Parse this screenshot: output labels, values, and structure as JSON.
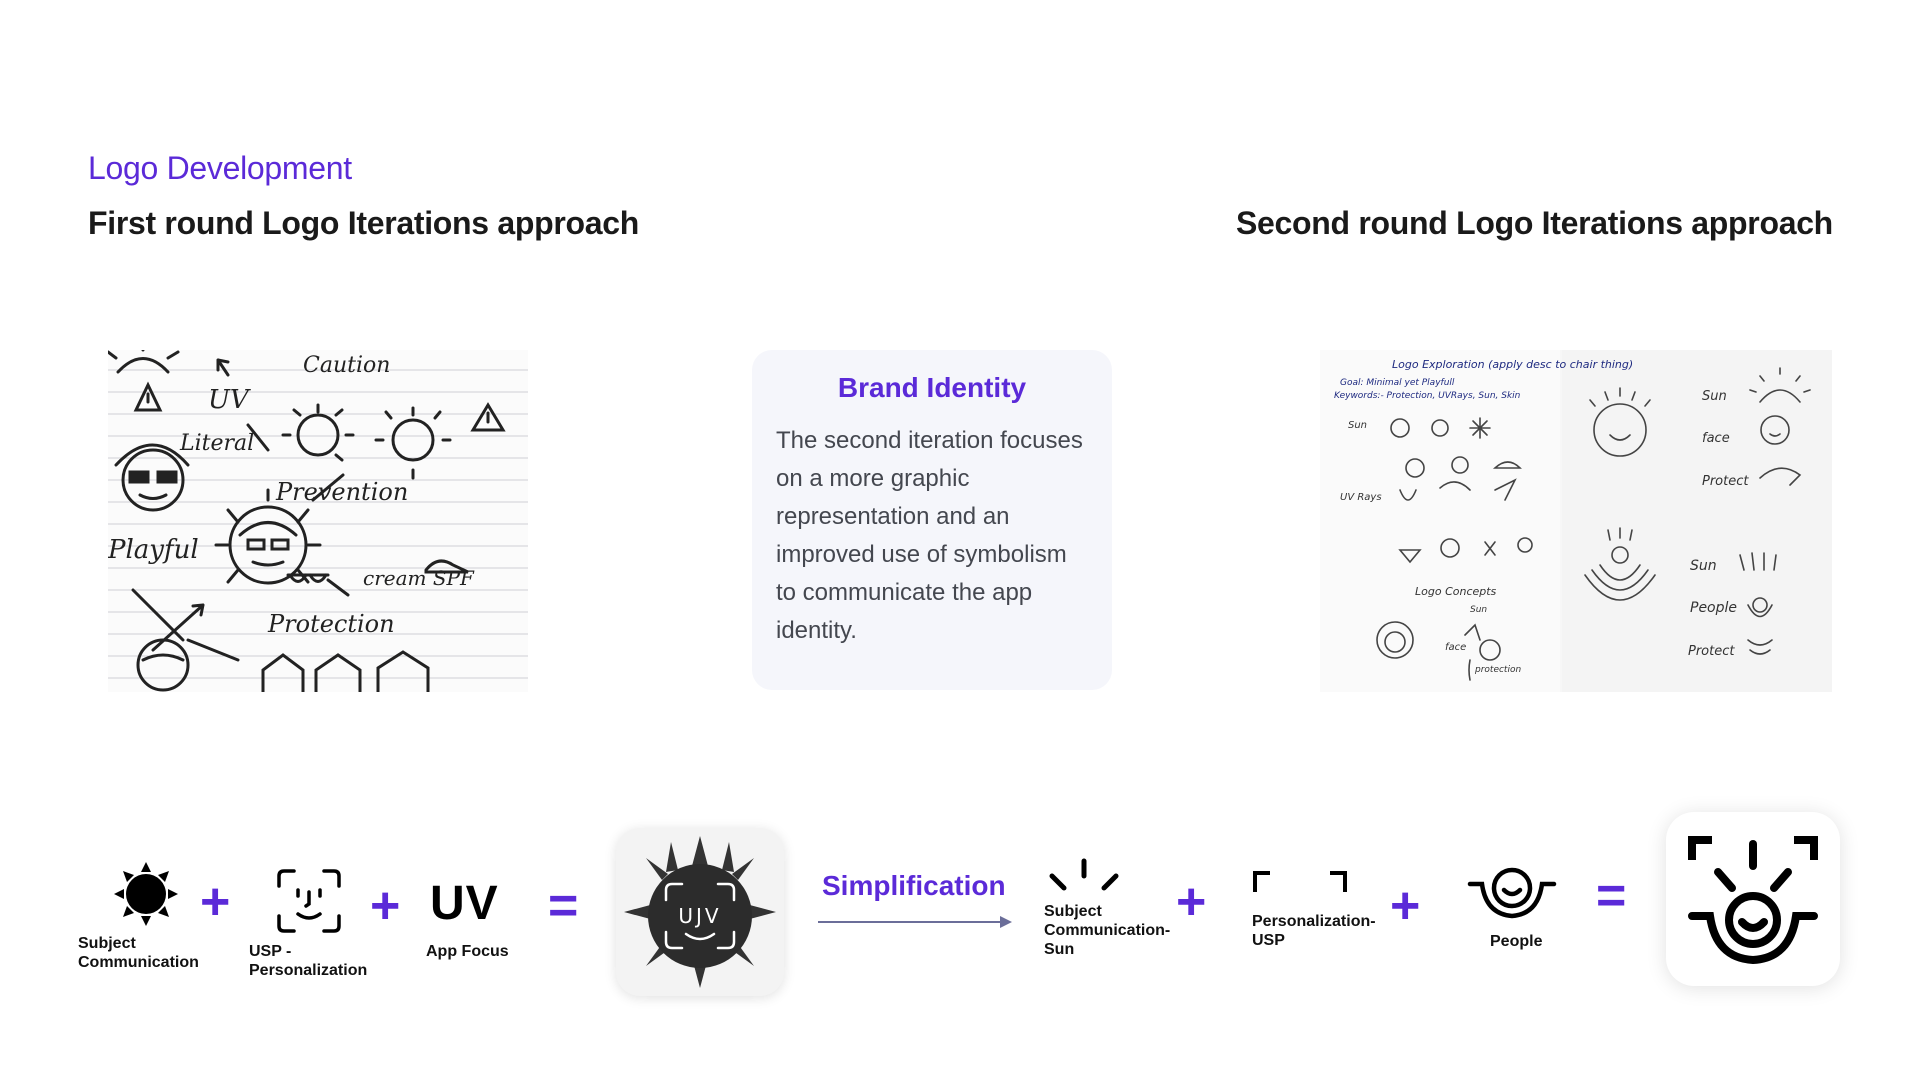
{
  "header": {
    "section_label": "Logo Development",
    "first_round_title": "First round Logo Iterations approach",
    "second_round_title": "Second round Logo Iterations approach"
  },
  "sketch1": {
    "icon": "hand-drawn-sketch-icon",
    "words": {
      "caution": "Caution",
      "uv": "UV",
      "literal": "Literal",
      "prevention": "Prevention",
      "playful": "Playful",
      "cream": "cream SPF",
      "protection": "Protection"
    }
  },
  "brand_card": {
    "title": "Brand Identity",
    "body": "The second iteration focuses on a more graphic representation and an improved use of symbolism to communicate the app identity."
  },
  "sketch2": {
    "icon": "hand-drawn-sketch-icon",
    "words": {
      "title": "Logo Exploration (apply desc to chair thing)",
      "goal": "Goal: Minimal yet Playfull",
      "keywords": "Keywords:- Protection, UVRays, Sun, Skin",
      "sun_left": "Sun",
      "uvrays": "UV Rays",
      "concepts": "Logo Concepts",
      "sun_small": "Sun",
      "face": "face",
      "protection_small": "protection",
      "sun_r1": "Sun",
      "face_r": "face",
      "protect_r": "Protect",
      "sun_r2": "Sun",
      "people_r": "People",
      "protect_r2": "Protect"
    }
  },
  "equation1": {
    "items": [
      {
        "icon": "sun-icon",
        "caption": "Subject\nCommunication"
      },
      {
        "op": "+"
      },
      {
        "icon": "face-id-icon",
        "caption": "USP -\nPersonalization"
      },
      {
        "op": "+"
      },
      {
        "text": "UV",
        "caption": "App Focus"
      },
      {
        "op": "="
      }
    ],
    "result_icon": "uv-sun-face-logo-icon",
    "result_text": "UJV"
  },
  "simplification": {
    "label": "Simplification",
    "icon": "arrow-right-icon"
  },
  "equation2": {
    "items": [
      {
        "icon": "sun-rays-icon",
        "caption": "Subject\nCommunication-\nSun"
      },
      {
        "op": "+"
      },
      {
        "icon": "corner-brackets-icon",
        "caption": "Personalization-\nUSP"
      },
      {
        "op": "+"
      },
      {
        "icon": "smiling-person-icon",
        "caption": "People"
      },
      {
        "op": "="
      }
    ],
    "result_icon": "final-logo-icon"
  },
  "colors": {
    "accent": "#5b2ad8",
    "card_bg": "#f5f6fb",
    "arrow": "#6b6e99"
  }
}
